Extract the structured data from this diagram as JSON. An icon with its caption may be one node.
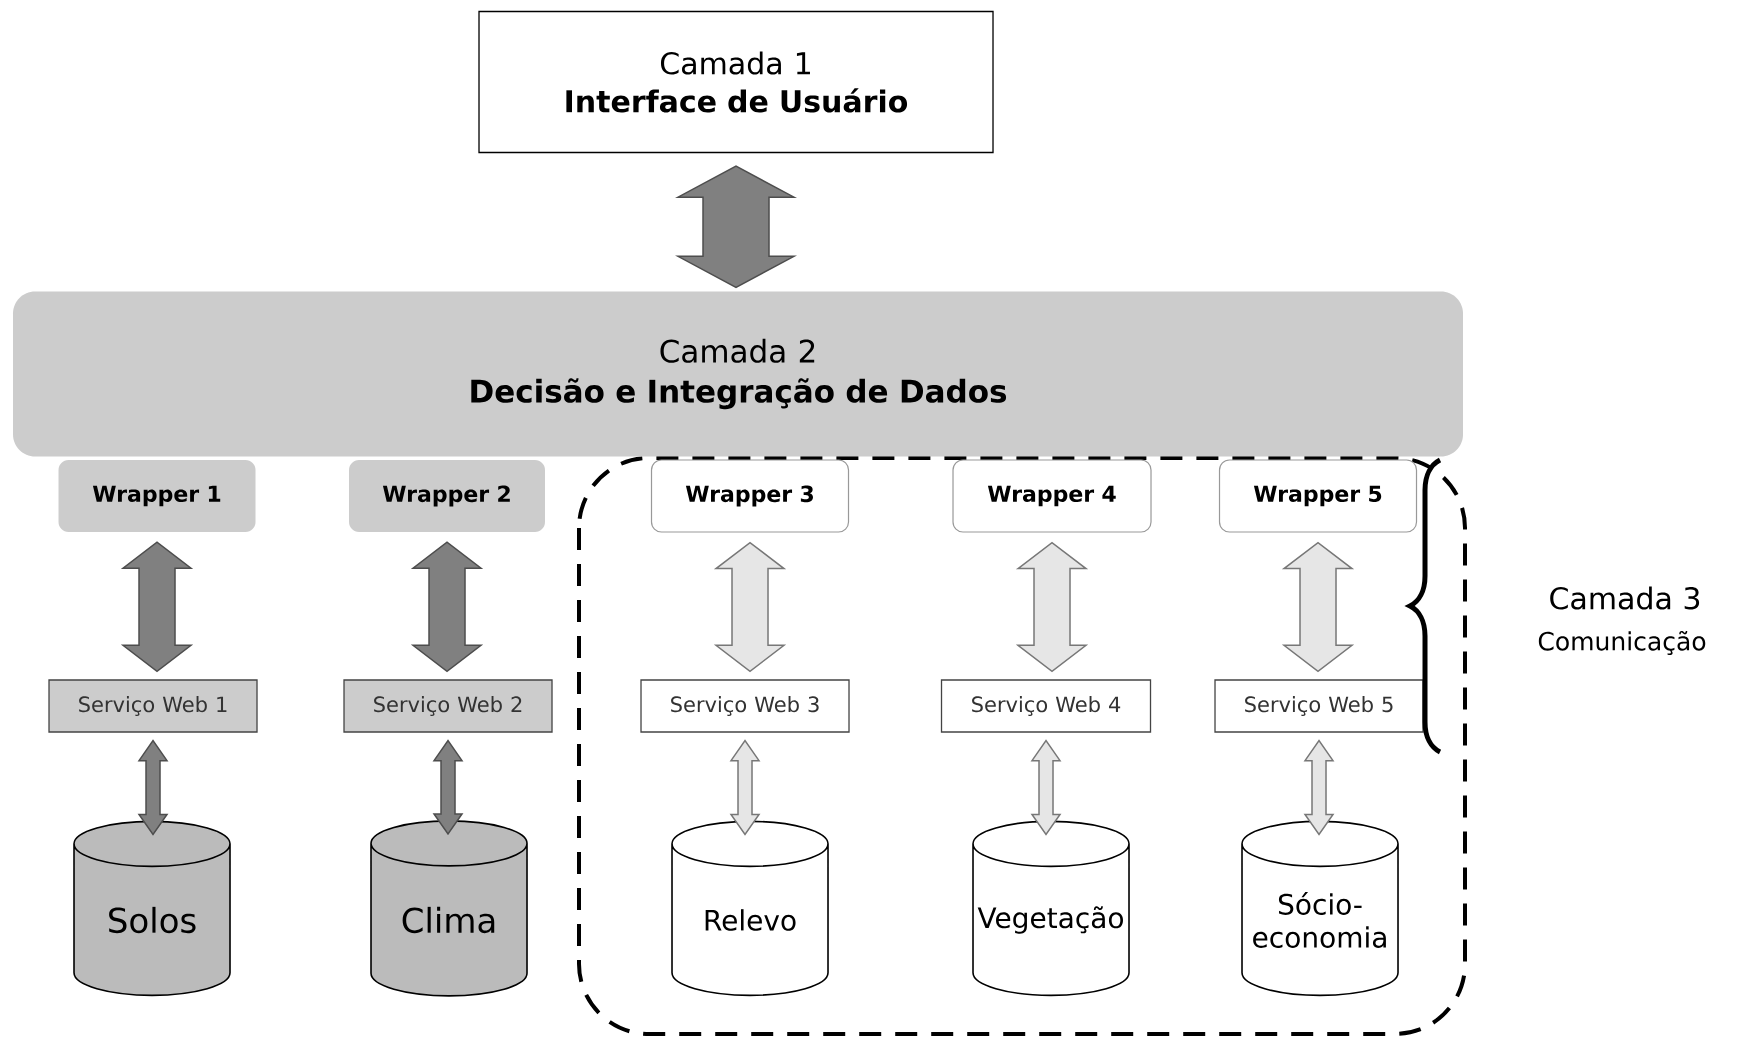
{
  "diagram": {
    "nodes": [
      {
        "text": [
          "Camada 1",
          "Interface de Usuário"
        ]
      },
      {
        "text": [
          "Camada 2",
          "Decisão e Integração de Dados"
        ]
      },
      {
        "text": [
          "Wrapper 1"
        ]
      },
      {
        "text": [
          "Wrapper 2"
        ]
      },
      {
        "text": [
          "Wrapper 3"
        ]
      },
      {
        "text": [
          "Wrapper 4"
        ]
      },
      {
        "text": [
          "Wrapper 5"
        ]
      },
      {
        "text": [
          "Serviço Web 1"
        ]
      },
      {
        "text": [
          "Serviço Web 2"
        ]
      },
      {
        "text": [
          "Serviço Web 3"
        ]
      },
      {
        "text": [
          "Serviço Web 4"
        ]
      },
      {
        "text": [
          "Serviço Web 5"
        ]
      },
      {
        "text": [
          "Solos"
        ]
      },
      {
        "text": [
          "Clima"
        ]
      },
      {
        "text": [
          "Relevo"
        ]
      },
      {
        "text": [
          "Vegetação"
        ]
      },
      {
        "text": [
          "Sócio-economia"
        ]
      }
    ],
    "edges": [
      {
        "from": 0,
        "to": 1,
        "arrow": "both",
        "color": "#808080"
      },
      {
        "from": 2,
        "to": 7,
        "arrow": "both",
        "color": "#808080"
      },
      {
        "from": 3,
        "to": 8,
        "arrow": "both",
        "color": "#808080"
      },
      {
        "from": 4,
        "to": 9,
        "arrow": "both"
      },
      {
        "from": 5,
        "to": 10,
        "arrow": "both"
      },
      {
        "from": 6,
        "to": 11,
        "arrow": "both"
      },
      {
        "from": 7,
        "to": 12,
        "arrow": "both",
        "color": "#808080"
      },
      {
        "from": 8,
        "to": 13,
        "arrow": "both",
        "color": "#808080"
      },
      {
        "from": 9,
        "to": 14,
        "arrow": "both"
      },
      {
        "from": 10,
        "to": 15,
        "arrow": "both"
      },
      {
        "from": 11,
        "to": 16,
        "arrow": "both"
      }
    ],
    "labels": [
      "Camada 3",
      "Comunicação"
    ]
  }
}
